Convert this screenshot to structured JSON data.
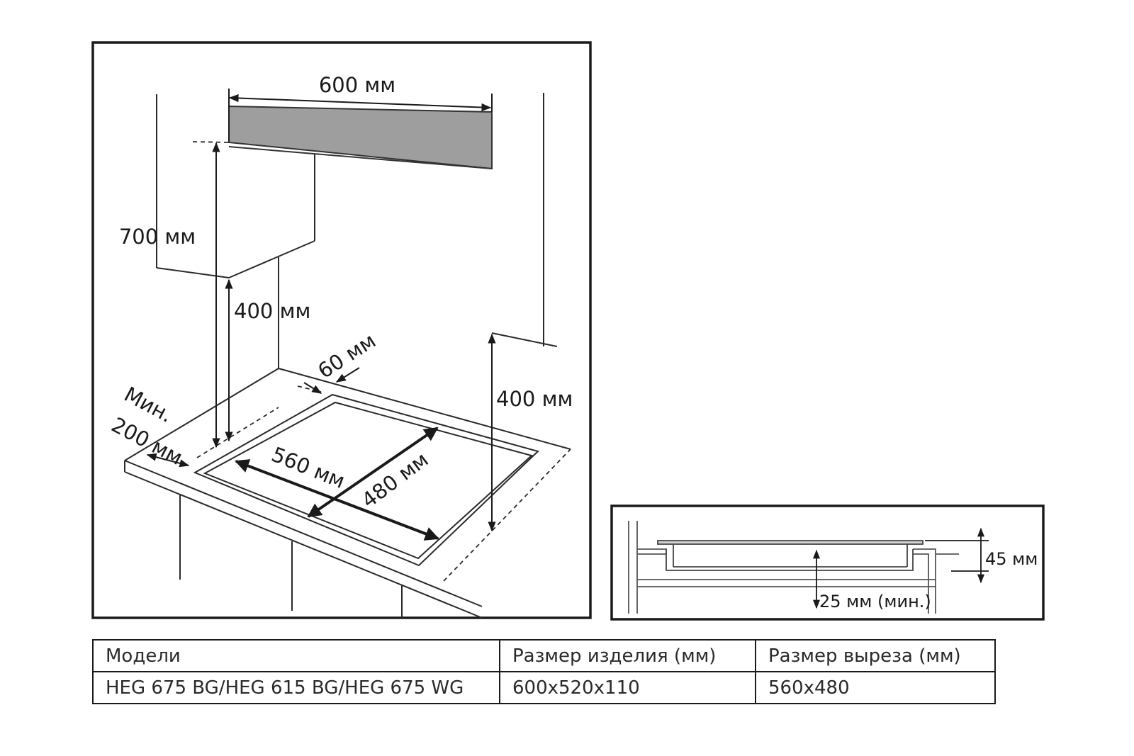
{
  "main_diagram": {
    "width_label": "600 мм",
    "height_label": "700 мм",
    "cabinet_clearance_label": "400 мм",
    "side_wall_clearance_label": "400 мм",
    "back_gap_label": "60 мм",
    "min_label_line1": "Мин.",
    "min_label_line2": "200 мм",
    "cutout_width_label": "560 мм",
    "cutout_depth_label": "480 мм"
  },
  "side_diagram": {
    "depth_label": "45 мм",
    "gap_label": "25 мм (мин.)"
  },
  "table": {
    "headers": [
      "Модели",
      "Размер изделия (мм)",
      "Размер выреза (мм)"
    ],
    "rows": [
      [
        "HEG 675 BG/HEG 615 BG/HEG 675 WG",
        "600x520x110",
        "560x480"
      ]
    ]
  }
}
